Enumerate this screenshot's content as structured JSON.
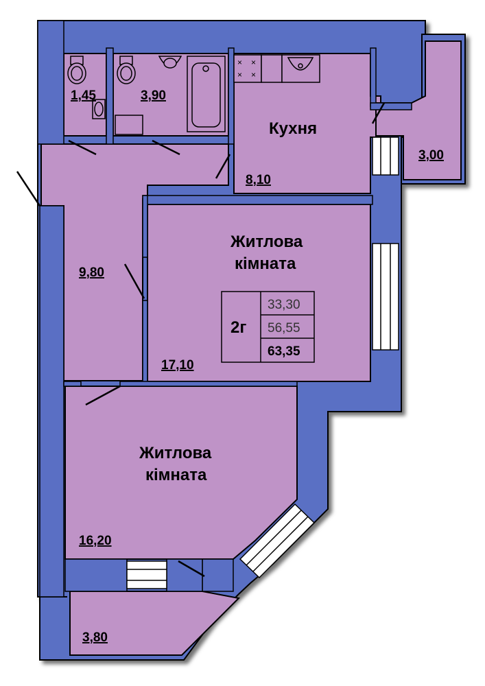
{
  "colors": {
    "wall": "#5a6fc4",
    "room": "#bf93c7",
    "stroke": "#000000",
    "window": "#ffffff"
  },
  "rooms": {
    "wc": {
      "area": "1,45"
    },
    "bathroom": {
      "area": "3,90"
    },
    "kitchen": {
      "name": "Кухня",
      "area": "8,10"
    },
    "balcony_top": {
      "area": "3,00"
    },
    "corridor": {
      "area": "9,80"
    },
    "living_1": {
      "name_line1": "Житлова",
      "name_line2": "кімната",
      "area": "17,10"
    },
    "living_2": {
      "name_line1": "Житлова",
      "name_line2": "кімната",
      "area": "16,20"
    },
    "balcony_bottom": {
      "area": "3,80"
    }
  },
  "summary": {
    "type": "2г",
    "living_area": "33,30",
    "useful_area": "56,55",
    "total_area": "63,35"
  },
  "icons": [
    "toilet-icon",
    "sink-icon",
    "bathtub-icon",
    "stove-icon",
    "kitchen-sink-icon"
  ]
}
